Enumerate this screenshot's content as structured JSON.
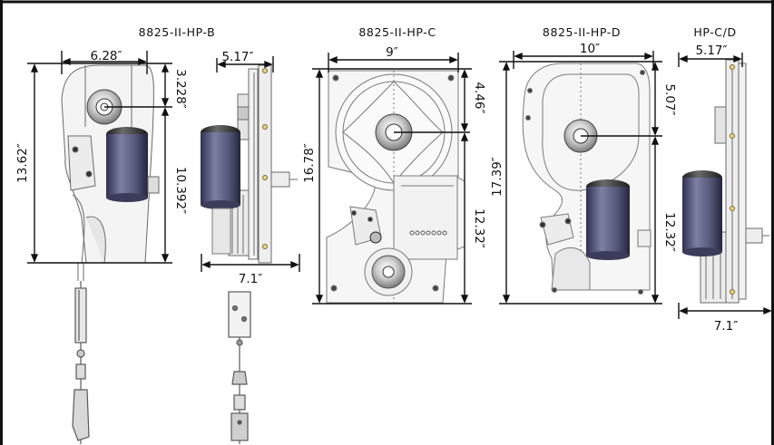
{
  "models": {
    "b": {
      "title": "8825-II-HP-B",
      "width": "6.28″",
      "height": "13.62″",
      "top_to_shaft": "3.228″",
      "shaft_to_bottom": "10.392″"
    },
    "b_side": {
      "depth": "5.17″",
      "overall": "7.1″"
    },
    "c": {
      "title": "8825-II-HP-C",
      "width": "9″",
      "height": "16.78″",
      "top_to_shaft": "4.46″",
      "shaft_to_bottom": "12.32″"
    },
    "d": {
      "title": "8825-II-HP-D",
      "width": "10″",
      "height": "17.39″",
      "top_to_shaft": "5.07″",
      "shaft_to_bottom": "12.32″"
    },
    "cd_side": {
      "title": "HP-C/D",
      "depth": "5.17″",
      "overall": "7.1″"
    }
  },
  "colors": {
    "motor": "#5c5e7e",
    "outline": "#6a6a6a",
    "line": "#111111"
  }
}
